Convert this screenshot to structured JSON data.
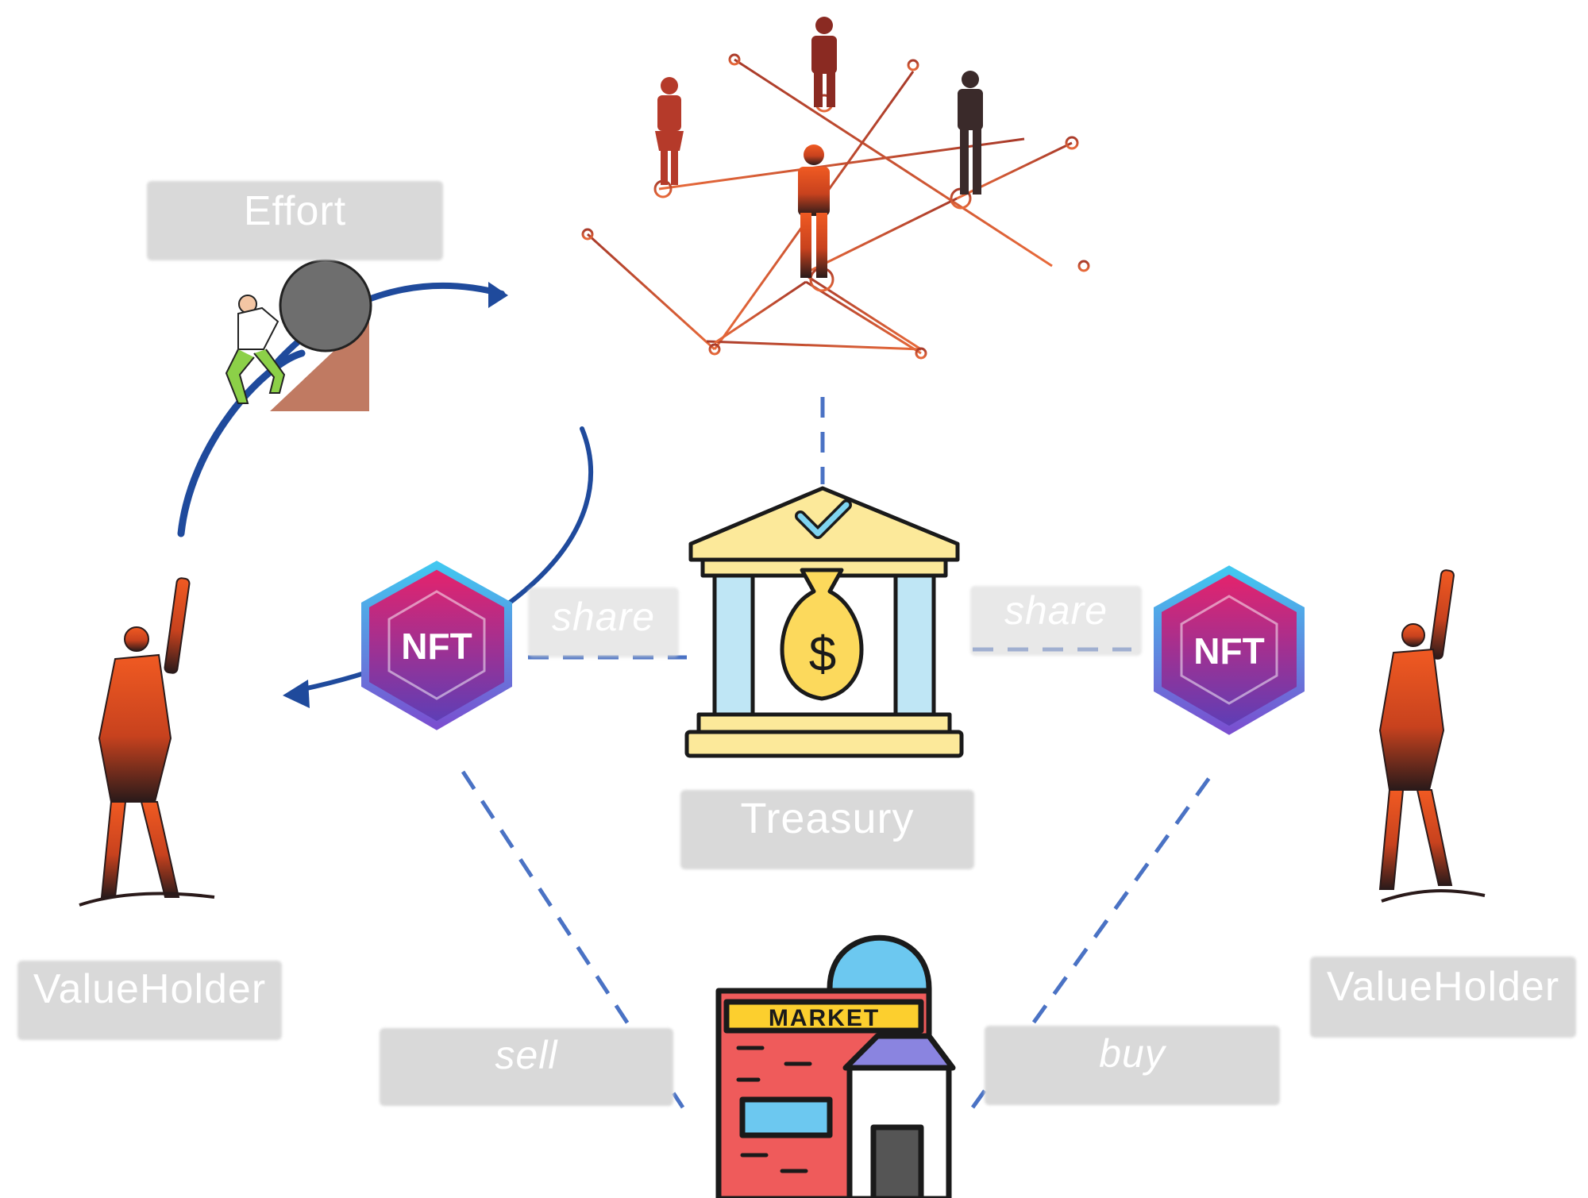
{
  "labels": {
    "effort": "Effort",
    "treasury": "Treasury",
    "value_holder_left": "ValueHolder",
    "value_holder_right": "ValueHolder",
    "share_left": "share",
    "share_right": "share",
    "sell": "sell",
    "buy": "buy"
  },
  "icons": {
    "nft_left": "NFT",
    "nft_right": "NFT",
    "market_sign": "MARKET",
    "currency": "$"
  },
  "colors": {
    "dashed_line": "#4a72c4",
    "arrow": "#1f4a9c",
    "nft_gradient_top": "#e8226a",
    "nft_gradient_bottom": "#5a3fb8",
    "bank_body": "#fce99a",
    "figure_orange": "#e8522a"
  }
}
